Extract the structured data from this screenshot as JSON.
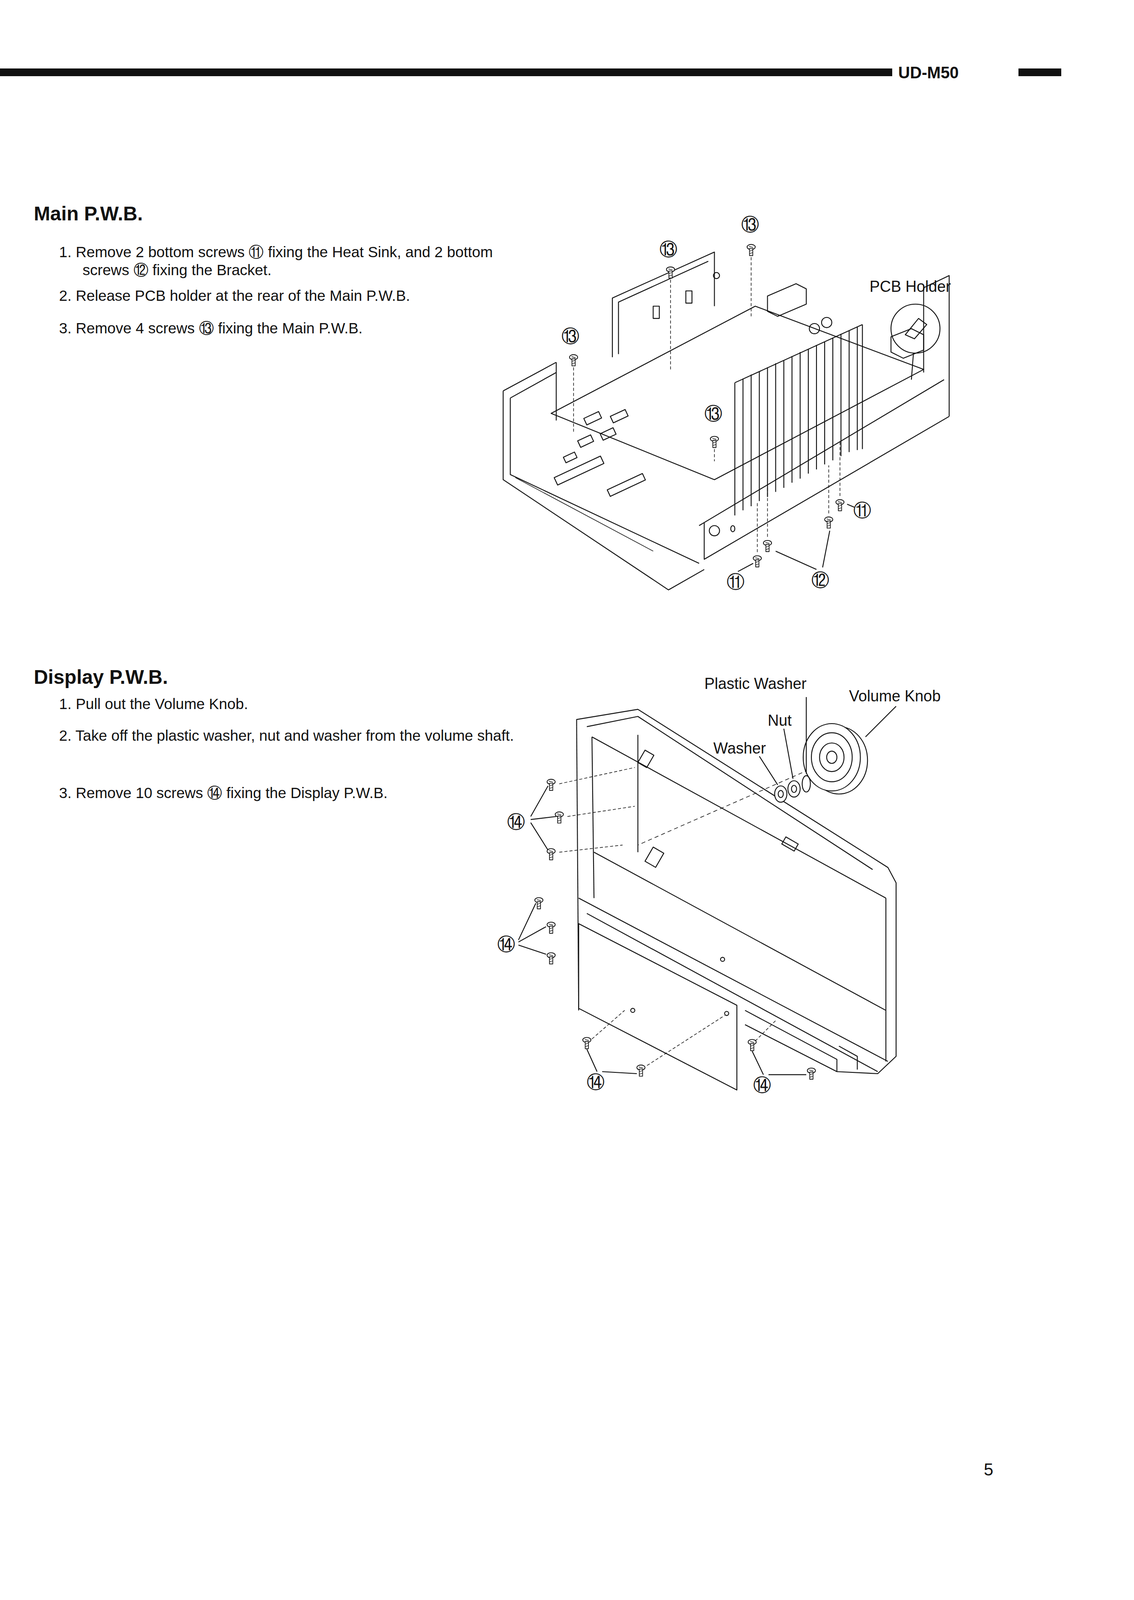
{
  "diagram": {
    "labels": [
      "UD-M50",
      "Main P.W.B.",
      "1. Remove 2 bottom screws ⑪ fixing the Heat Sink, and 2 bottom screws ⑫ fixing the Bracket.",
      "2. Release PCB holder at the rear of the Main P.W.B.",
      "3. Remove 4 screws ⑬ fixing the Main P.W.B.",
      "⑬",
      "⑬",
      "PCB Holder",
      "⑬",
      "⑬",
      "⑪",
      "⑪",
      "⑫",
      "Display P.W.B.",
      "1. Pull out the Volume Knob.",
      "2. Take off the plastic washer, nut and washer from the volume shaft.",
      "3. Remove 10 screws ⑭ fixing the Display P.W.B.",
      "Plastic Washer",
      "Volume Knob",
      "Nut",
      "Washer",
      "⑭",
      "⑭",
      "⑭",
      "⑭",
      "5"
    ]
  }
}
